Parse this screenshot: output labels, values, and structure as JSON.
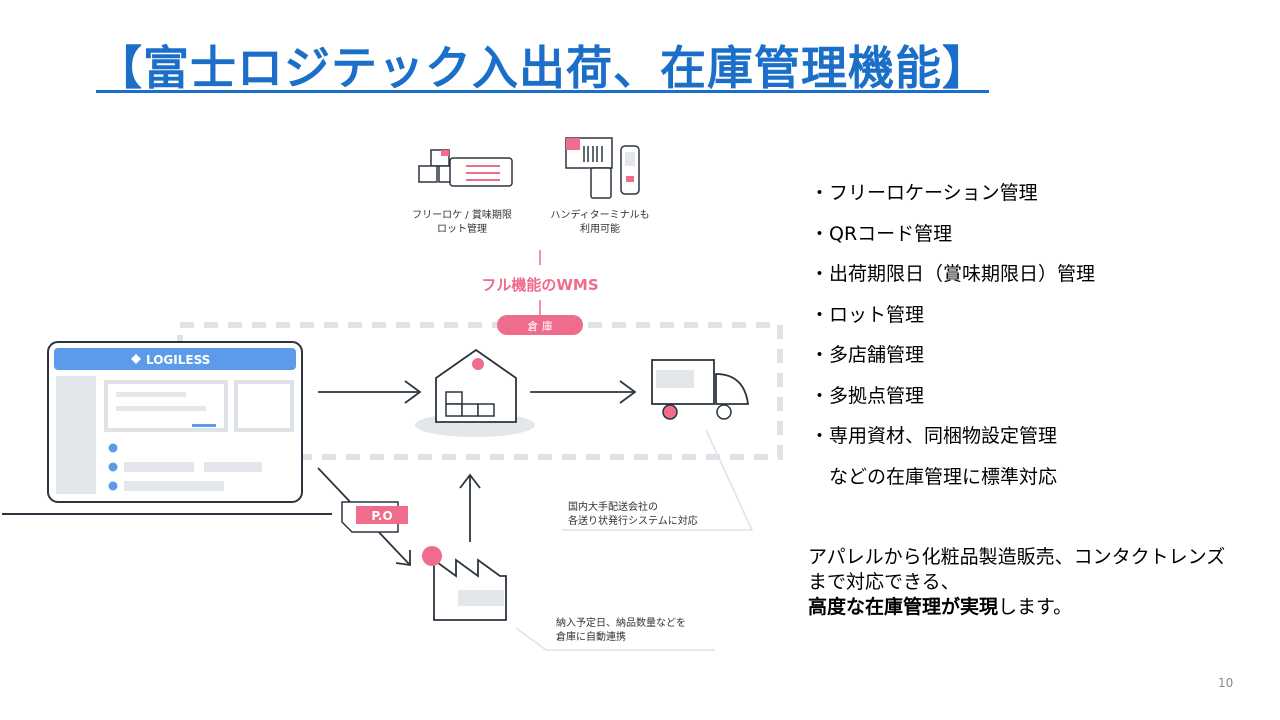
{
  "slide": {
    "title": "【富士ロジテック入出荷、在庫管理機能】",
    "page_number": "10"
  },
  "diagram": {
    "feature1_line1": "フリーロケ / 賞味期限",
    "feature1_line2": "ロット管理",
    "feature2_line1": "ハンディターミナルも",
    "feature2_line2": "利用可能",
    "wms_label": "フル機能のWMS",
    "warehouse_label": "倉 庫",
    "logiless_label": "LOGILESS",
    "po_label": "P.O",
    "delivery_note_line1": "国内大手配送会社の",
    "delivery_note_line2": "各送り状発行システムに対応",
    "schedule_note_line1": "納入予定日、納品数量などを",
    "schedule_note_line2": "倉庫に自動連携"
  },
  "features": {
    "items": [
      "・フリーロケーション管理",
      "・QRコード管理",
      "・出荷期限日（賞味期限日）管理",
      "・ロット管理",
      "・多店舗管理",
      "・多拠点管理",
      "・専用資材、同梱物設定管理",
      "　などの在庫管理に標準対応"
    ]
  },
  "summary": {
    "line1": "アパレルから化粧品製造販売、コンタクトレンズ",
    "line2": "まで対応できる、",
    "line3_bold": "高度な在庫管理が実現",
    "line3_rest": "します。"
  },
  "colors": {
    "title": "#1c6fc9",
    "accent_pink": "#f06c8c",
    "logiless_blue": "#5b9bea",
    "line_dark": "#2b3540",
    "placeholder_gray": "#e3e6ea"
  }
}
